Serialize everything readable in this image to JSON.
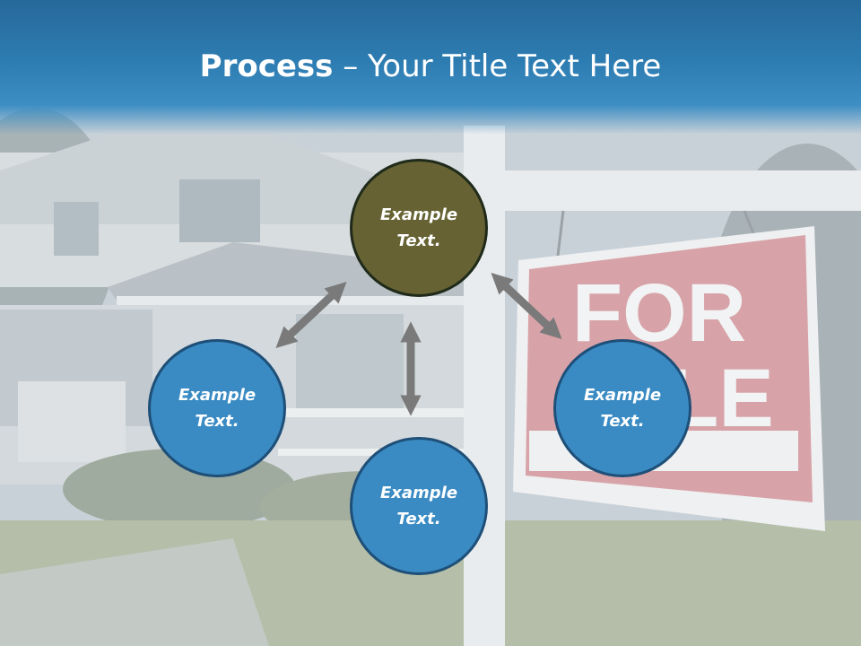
{
  "title": {
    "bold": "Process",
    "separator": " – ",
    "rest": "Your Title Text Here"
  },
  "colors": {
    "header": "#2d7cb1",
    "circle_top": "#666233",
    "circle_blue": "#3a8bc3",
    "arrow": "#7a7a7a"
  },
  "background_sign": {
    "line1": "FOR",
    "line2": "SALE"
  },
  "circles": {
    "top": {
      "line1": "Example",
      "line2": "Text."
    },
    "left": {
      "line1": "Example",
      "line2": "Text."
    },
    "right": {
      "line1": "Example",
      "line2": "Text."
    },
    "bottom": {
      "line1": "Example",
      "line2": "Text."
    }
  }
}
